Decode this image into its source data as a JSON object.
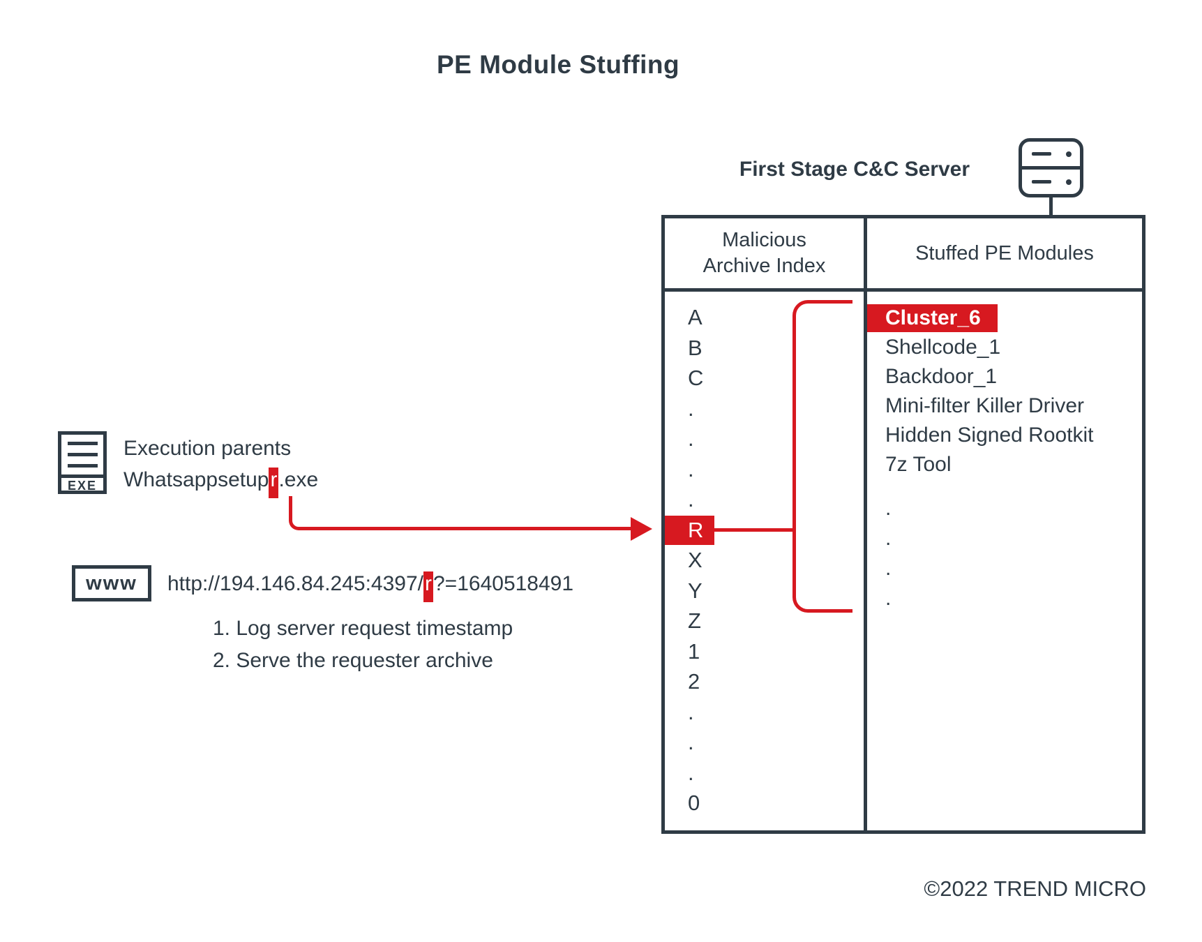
{
  "title": "PE Module Stuffing",
  "server": {
    "label": "First Stage C&C Server",
    "icon": "server-icon"
  },
  "table": {
    "columns": [
      {
        "header_line1": "Malicious",
        "header_line2": "Archive Index"
      },
      {
        "header": "Stuffed PE Modules"
      }
    ],
    "archive_index": {
      "items": [
        {
          "label": "A"
        },
        {
          "label": "B"
        },
        {
          "label": "C"
        },
        {
          "label": "."
        },
        {
          "label": "."
        },
        {
          "label": "."
        },
        {
          "label": "."
        },
        {
          "label": "R",
          "highlight": true
        },
        {
          "label": "X"
        },
        {
          "label": "Y"
        },
        {
          "label": "Z"
        },
        {
          "label": "1"
        },
        {
          "label": "2"
        },
        {
          "label": "."
        },
        {
          "label": "."
        },
        {
          "label": "."
        },
        {
          "label": "0"
        }
      ]
    },
    "modules": {
      "items": [
        {
          "label": "Cluster_6",
          "highlight": true
        },
        {
          "label": "Shellcode_1"
        },
        {
          "label": "Backdoor_1"
        },
        {
          "label": "Mini-filter Killer Driver"
        },
        {
          "label": "Hidden Signed Rootkit"
        },
        {
          "label": "7z Tool"
        },
        {
          "label": "."
        },
        {
          "label": "."
        },
        {
          "label": "."
        },
        {
          "label": "."
        }
      ]
    }
  },
  "execution": {
    "icon_label": "EXE",
    "line1": "Execution parents",
    "file": {
      "prefix": "Whatsappsetup",
      "highlight": "r",
      "suffix": ".exe"
    }
  },
  "request": {
    "icon_label": "www",
    "url": {
      "prefix": "http://194.146.84.245:4397/",
      "highlight": "r",
      "suffix": "?=1640518491"
    },
    "steps": [
      "1.  Log server request timestamp",
      "2. Serve the requester archive"
    ]
  },
  "footer": {
    "copyright": "©2022 TREND MICRO"
  },
  "colors": {
    "ink": "#2f3b45",
    "accent_red": "#d71920"
  }
}
